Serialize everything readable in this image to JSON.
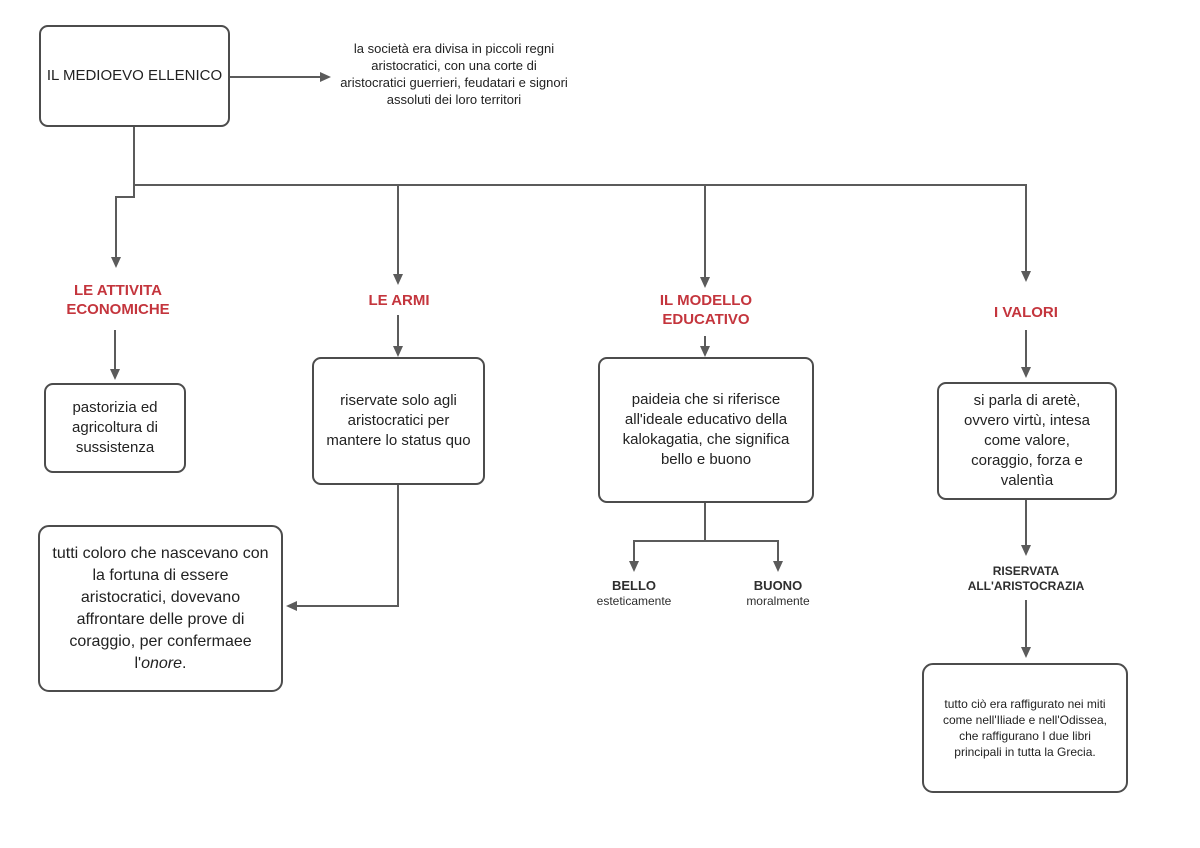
{
  "colors": {
    "red": "#c4353d",
    "line": "#5b5b5b",
    "border": "#4c4c4c",
    "text": "#222222"
  },
  "root": {
    "title": "IL MEDIOEVO ELLENICO",
    "note": "la società era divisa in piccoli regni aristocratici, con una corte di aristocratici guerrieri, feudatari e signori assoluti dei loro territori"
  },
  "branches": {
    "economia": {
      "label": "LE ATTIVITA ECONOMICHE",
      "box": "pastorizia ed agricoltura di sussistenza"
    },
    "armi": {
      "label": "LE ARMI",
      "box": "riservate solo agli aristocratici per mantere lo status quo",
      "child": {
        "before": "tutti coloro che nascevano con la fortuna di essere aristocratici, dovevano affrontare delle prove di coraggio, per confermaee l'",
        "italic": "onore",
        "after": "."
      }
    },
    "educazione": {
      "label": "IL MODELLO EDUCATIVO",
      "box": "paideia che si riferisce all'ideale educativo della kalokagatia, che significa bello e buono",
      "leaves": [
        {
          "title": "BELLO",
          "sub": "esteticamente"
        },
        {
          "title": "BUONO",
          "sub": "moralmente"
        }
      ]
    },
    "valori": {
      "label": "I VALORI",
      "box": "si parla di aretè, ovvero virtù, intesa come valore, coraggio, forza e valentìa",
      "mid": "RISERVATA ALL'ARISTOCRAZIA",
      "child": "tutto ciò era raffigurato nei miti come nell'Iliade e nell'Odissea, che raffigurano I due libri principali in tutta la Grecia."
    }
  }
}
